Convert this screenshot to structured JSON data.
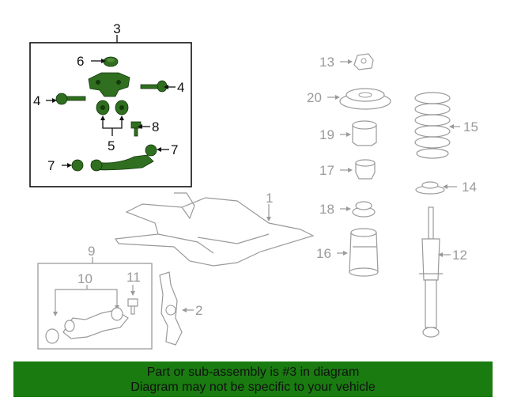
{
  "callouts": {
    "c3": "3",
    "c6": "6",
    "c4a": "4",
    "c4b": "4",
    "c5": "5",
    "c8": "8",
    "c7a": "7",
    "c7b": "7",
    "c13": "13",
    "c20": "20",
    "c19": "19",
    "c17": "17",
    "c18": "18",
    "c16": "16",
    "c15": "15",
    "c14": "14",
    "c12": "12",
    "c1": "1",
    "c2": "2",
    "c9": "9",
    "c10": "10",
    "c11": "11"
  },
  "banner": {
    "line1": "Part or sub-assembly is #3 in diagram",
    "line2": "Diagram may not be specific to your vehicle"
  },
  "colors": {
    "highlight": "#2f6f1f",
    "banner": "#197b10",
    "part_outline": "#9a9a9a"
  }
}
